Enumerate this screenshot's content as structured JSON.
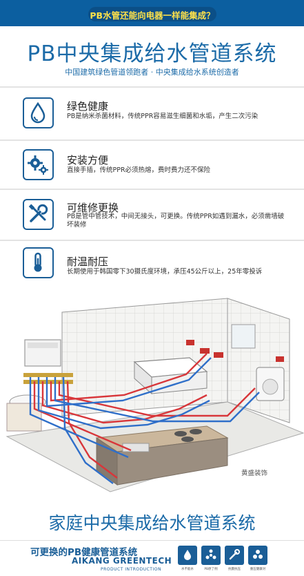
{
  "header": {
    "banner_text": "PB水管还能向电器一样能集成？",
    "main_title": "PB中央集成给水管道系统",
    "subtitle": "中国建筑绿色管道领跑者 · 中央集成给水系统创造者"
  },
  "features": [
    {
      "icon": "water-drop-icon",
      "title": "绿色健康",
      "desc": "PB是纳米杀菌材料，传统PPR容易滋生细菌和水垢，产生二次污染"
    },
    {
      "icon": "gear-icon",
      "title": "安装方便",
      "desc": "直接手插，传统PPR必须热熔，费时费力还不保险"
    },
    {
      "icon": "tools-icon",
      "title": "可维修更换",
      "desc": "PB是管中管技术，中间无接头，可更换。传统PPR如遇到漏水，必须凿墙破坏装修"
    },
    {
      "icon": "thermometer-icon",
      "title": "耐温耐压",
      "desc": "长期使用于韩国零下30摄氏度环境，承压45公斤以上，25年零投诉"
    }
  ],
  "watermark": "黄盛装饰",
  "footer": {
    "title": "家庭中央集成给水管道系统",
    "tagline": "可更换的PB健康管道系统",
    "brand": "AIKANG GREENTECH",
    "brand_sub": "PRODUCT INTRODUCTION",
    "badges": [
      "水不能水",
      "PB原了例",
      "抗震抗压",
      "重压健康对"
    ]
  },
  "colors": {
    "brand_blue": "#1a5e97",
    "banner_blue": "#0c5fa0",
    "banner_text": "#ffe14a",
    "hot_pipe": "#d8363a",
    "cold_pipe": "#2f6fc9"
  }
}
